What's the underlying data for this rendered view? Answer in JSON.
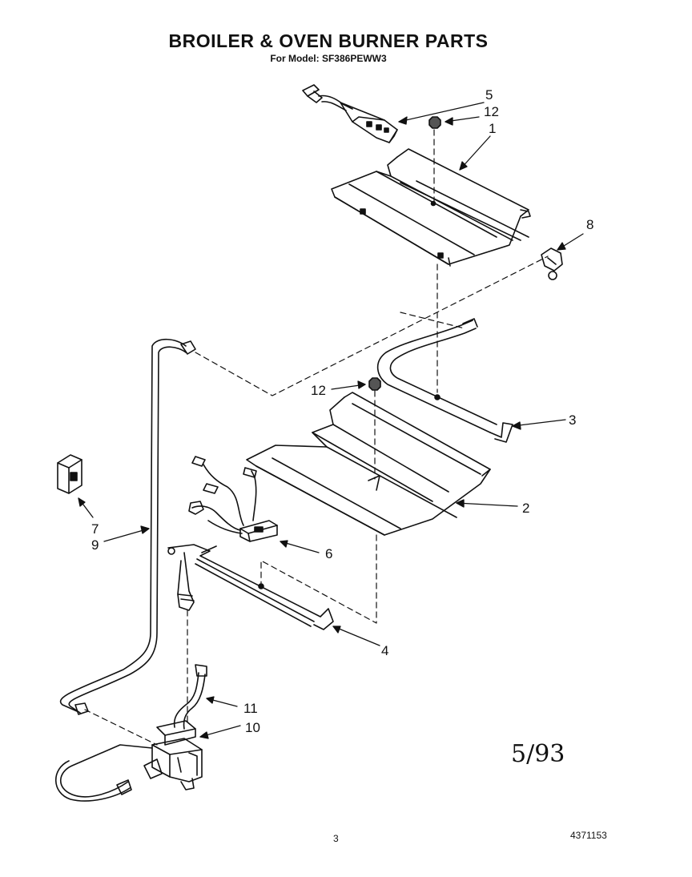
{
  "header": {
    "title": "BROILER & OVEN BURNER PARTS",
    "subtitle": "For Model: SF386PEWW3"
  },
  "callouts": [
    {
      "id": "5",
      "text": "5"
    },
    {
      "id": "12a",
      "text": "12"
    },
    {
      "id": "1",
      "text": "1"
    },
    {
      "id": "8",
      "text": "8"
    },
    {
      "id": "12b",
      "text": "12"
    },
    {
      "id": "3",
      "text": "3"
    },
    {
      "id": "2",
      "text": "2"
    },
    {
      "id": "7",
      "text": "7"
    },
    {
      "id": "9",
      "text": "9"
    },
    {
      "id": "6",
      "text": "6"
    },
    {
      "id": "4",
      "text": "4"
    },
    {
      "id": "11",
      "text": "11"
    },
    {
      "id": "10",
      "text": "10"
    }
  ],
  "footer": {
    "handwritten_date": "5/93",
    "page_number": "3",
    "part_number": "4371153"
  }
}
